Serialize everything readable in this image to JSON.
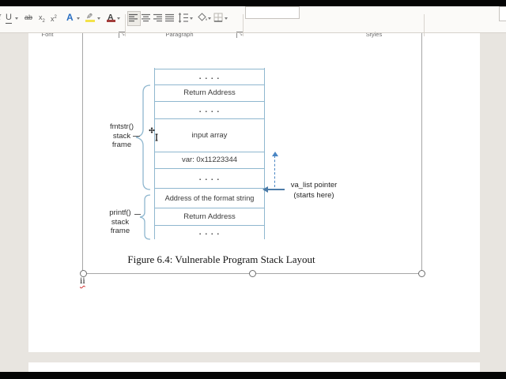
{
  "ribbon": {
    "groups": {
      "font": "Font",
      "paragraph": "Paragraph",
      "styles": "Styles"
    },
    "icons": {
      "italic": "I",
      "underline": "U",
      "strikethrough": "ab",
      "subscript_base": "x",
      "subscript_mark": "2",
      "superscript_base": "x",
      "superscript_mark": "2",
      "text_effects": "A",
      "font_color": "A"
    }
  },
  "doc": {
    "diagram": {
      "rows": [
        ". . . .",
        "Return Address",
        ". . . .",
        "input array",
        "var: 0x11223344",
        ". . . .",
        "Address of the format string",
        "Return Address",
        ". . . ."
      ],
      "fmtstr_label": {
        "l1": "fmtstr()",
        "l2": "stack",
        "l3": "frame"
      },
      "printf_label": {
        "l1": "printf()",
        "l2": "stack",
        "l3": "frame"
      },
      "va_list": {
        "l1": "va_list pointer",
        "l2": "(starts here)"
      }
    },
    "caption": "Figure 6.4: Vulnerable Program Stack Layout",
    "page_stub_text": "ii"
  },
  "colors": {
    "diagram_line": "#8fb7cf",
    "arrow_blue": "#4a86c4",
    "selection_gray": "#a6a6a6",
    "highlight_yellow": "#f3e24a",
    "font_color_bar": "#a23c3a",
    "text_effects_blue": "#2a6fc2"
  }
}
